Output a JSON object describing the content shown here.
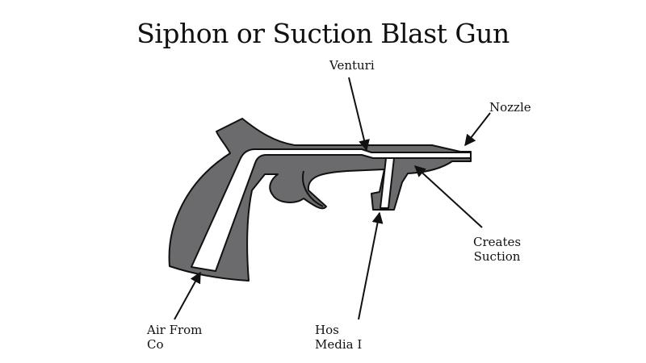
{
  "title": "Siphon or Suction Blast Gun",
  "labels": {
    "venturi": "Venturi",
    "nozzle": "Nozzle",
    "creates_suction": "Creates\nSuction",
    "air_from": "Air From\nCo",
    "hose_media": "Hos\nMedia I"
  },
  "colors": {
    "body_fill": "#6b6b6d",
    "outline": "#111111",
    "background": "#ffffff"
  }
}
